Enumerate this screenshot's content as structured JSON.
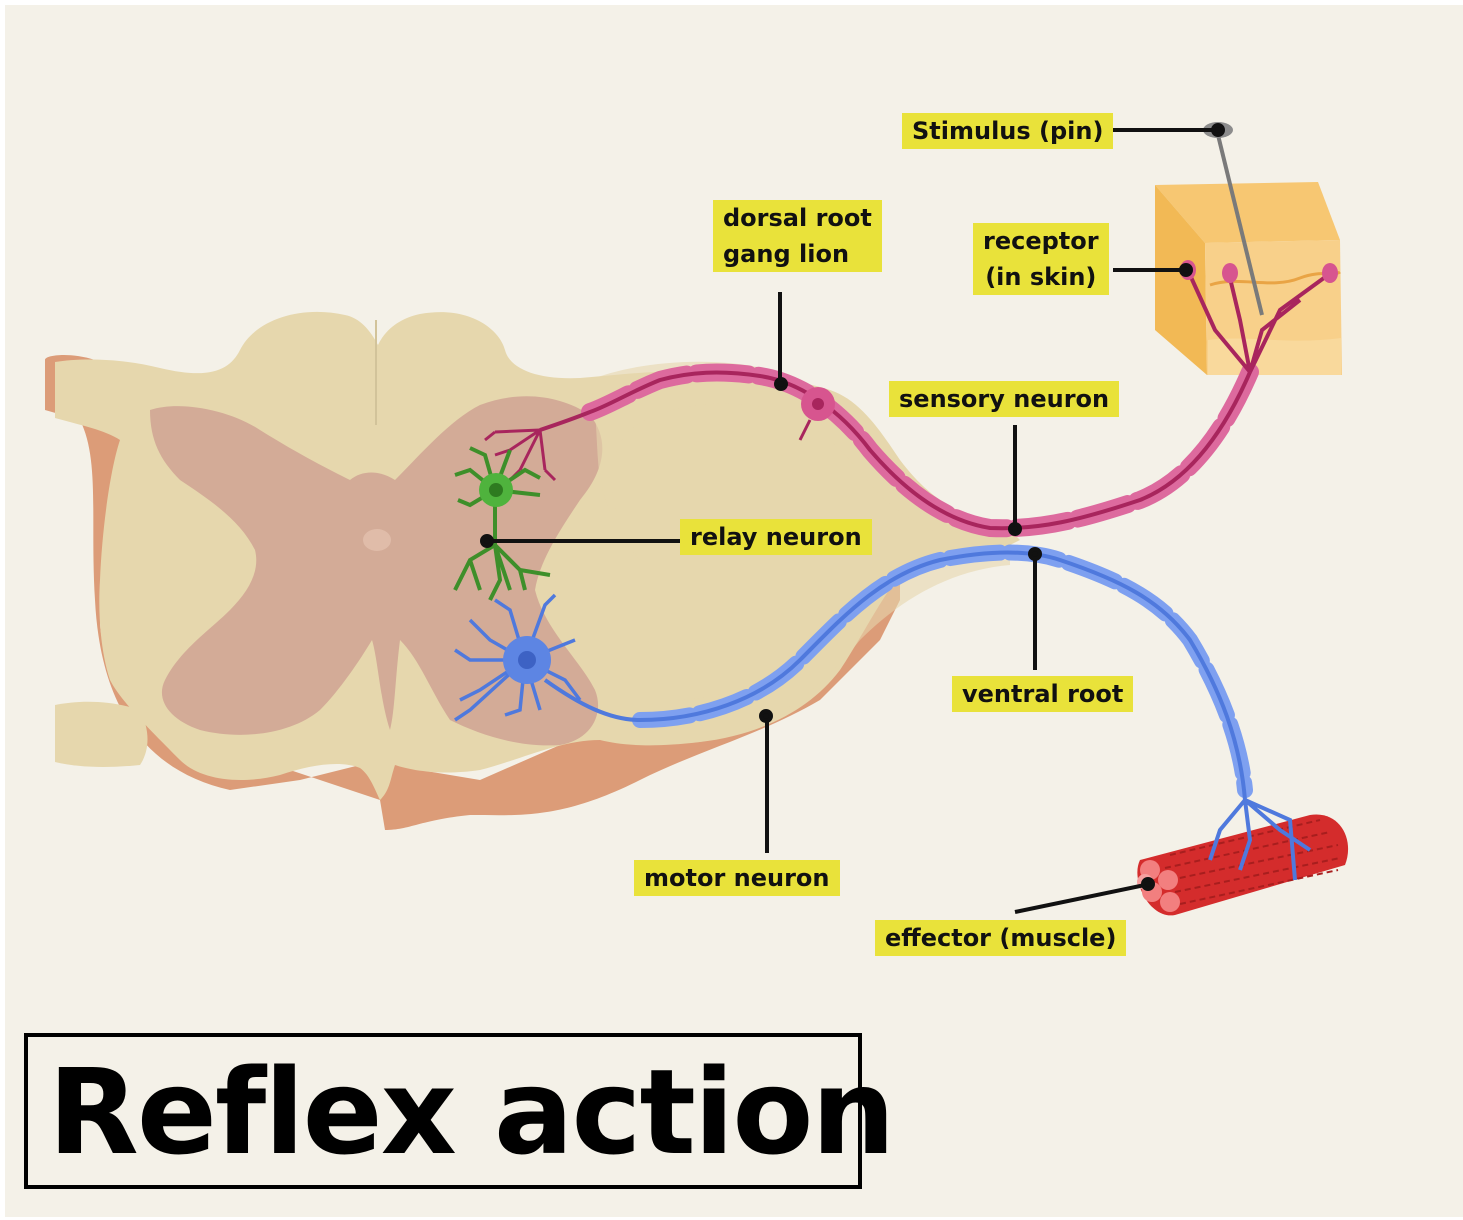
{
  "title": "Reflex action",
  "labels": {
    "stimulus": "Stimulus (pin)",
    "dorsal_root_ganglion_line1": "dorsal root",
    "dorsal_root_ganglion_line2": "gang lion",
    "receptor_line1": "receptor",
    "receptor_line2": "(in skin)",
    "sensory_neuron": "sensory neuron",
    "relay_neuron": "relay neuron",
    "ventral_root": "ventral root",
    "motor_neuron": "motor neuron",
    "effector": "effector (muscle)"
  },
  "colors": {
    "background": "#f4f1e8",
    "white_matter": "#e6d7ad",
    "grey_matter": "#d3ab97",
    "outer_edge": "#dc9c78",
    "sensory_neuron": "#a8255d",
    "sensory_myelin": "#dd6a9e",
    "relay_neuron": "#3e8f2a",
    "motor_neuron": "#4f79dd",
    "motor_myelin": "#7ea0f0",
    "skin": "#f5c26c",
    "muscle": "#d42c2c",
    "label_bg": "#e9e23a"
  }
}
